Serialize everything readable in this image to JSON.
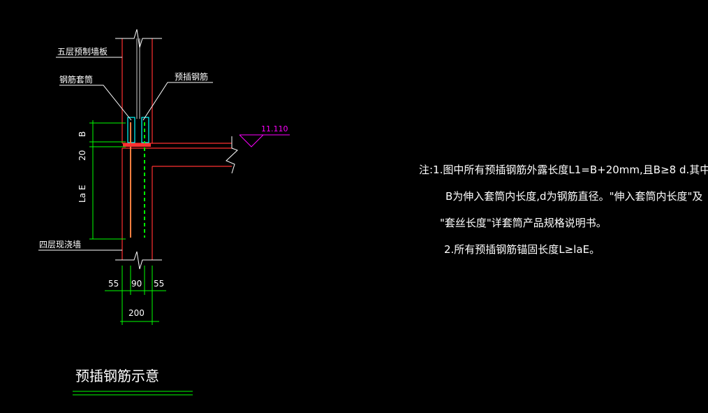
{
  "colors": {
    "background": "#000000",
    "wall": "#ff3030",
    "dimension": "#00ff00",
    "leader": "#ffffff",
    "sleeve": "#00ffff",
    "level_mark": "#ff00ff",
    "rebar": "#ff8040",
    "text": "#ffffff"
  },
  "labels": {
    "upper_wall": "五层预制墙板",
    "sleeve": "钢筋套筒",
    "rebar": "预插钢筋",
    "lower_wall": "四层现浇墙",
    "level": "11.110"
  },
  "dimensions": {
    "b": "B",
    "twenty": "20",
    "lae": "La E",
    "left55": "55",
    "mid90": "90",
    "right55": "55",
    "total200": "200"
  },
  "notes": {
    "line1": "注:1.图中所有预插钢筋外露长度L1=B+20mm,且B≥8 d.其中",
    "line2": "B为伸入套筒内长度,d为钢筋直径。\"伸入套筒内长度\"及",
    "line3": "\"套丝长度\"详套筒产品规格说明书。",
    "line4": "2.所有预插钢筋锚固长度L≥laE。"
  },
  "title": "预插钢筋示意"
}
